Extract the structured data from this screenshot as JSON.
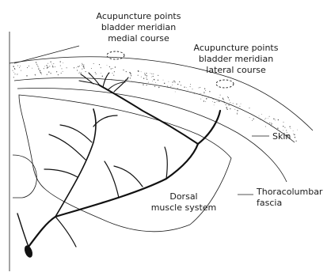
{
  "labels": {
    "medial_line1": "Acupuncture points",
    "medial_line2": "bladder meridian",
    "medial_line3": "medial course",
    "lateral_line1": "Acupuncture points",
    "lateral_line2": "bladder meridian",
    "lateral_line3": "lateral course",
    "skin": "Skin",
    "thoracolumbar_line1": "Thoracolumbar",
    "thoracolumbar_line2": "fascia",
    "dorsal_line1": "Dorsal",
    "dorsal_line2": "muscle system"
  },
  "colors": {
    "ink": "#111111",
    "background": "#ffffff",
    "stipple": "#555555"
  }
}
